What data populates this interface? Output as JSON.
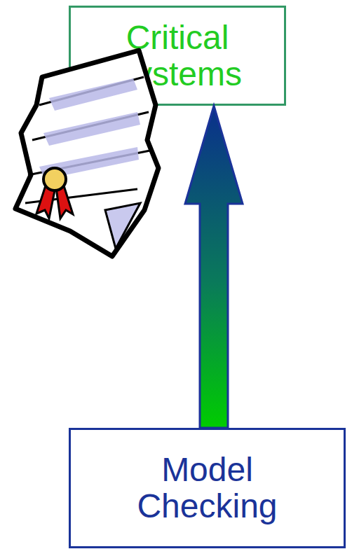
{
  "diagram": {
    "nodes": [
      {
        "text": [
          "Critical Systems"
        ]
      },
      {
        "text": [
          "Model Checking"
        ]
      }
    ],
    "edges": [
      {
        "from": 1,
        "to": 0,
        "arrow": "to"
      }
    ]
  }
}
